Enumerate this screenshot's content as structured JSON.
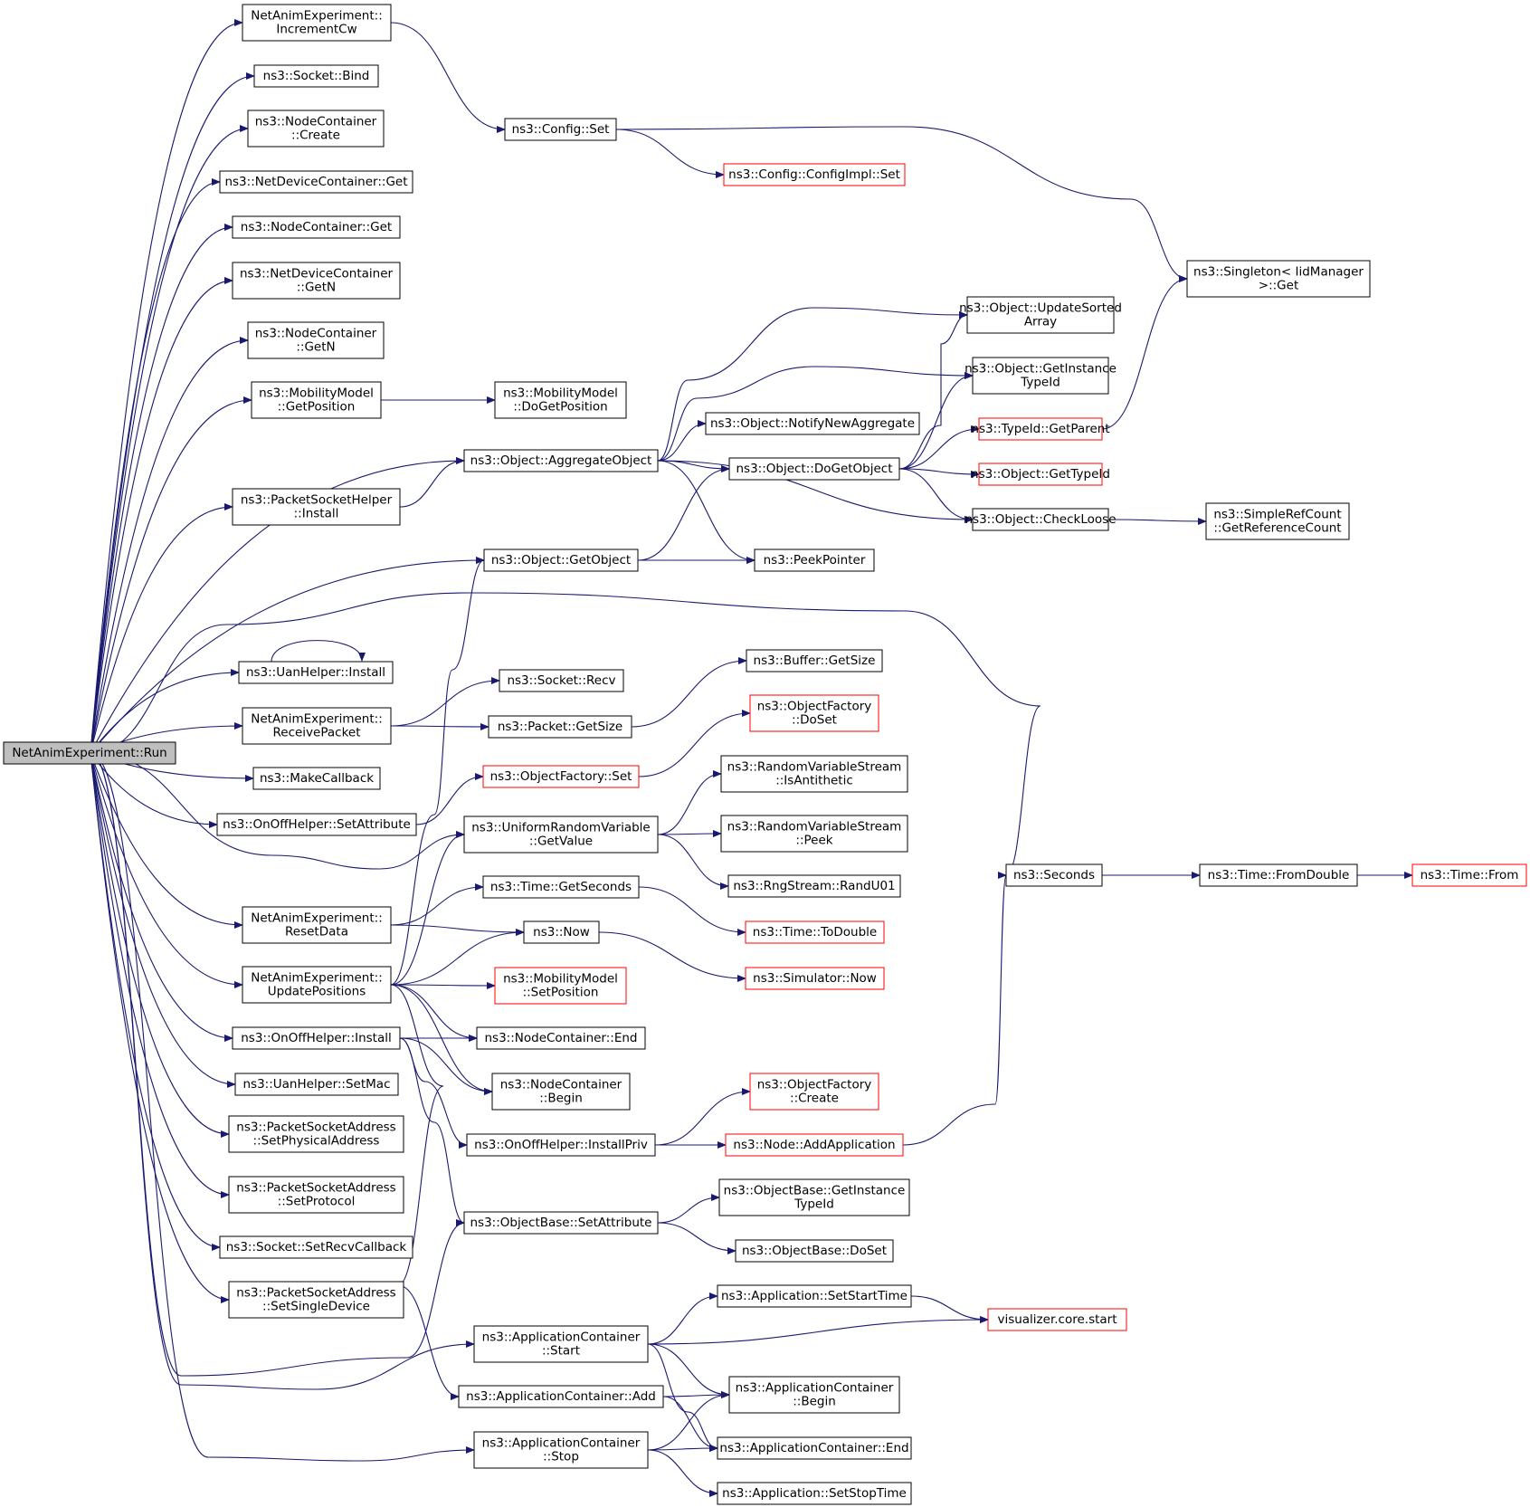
{
  "colors": {
    "edge": "#191970",
    "node_border": "#000000",
    "node_border_incomplete": "#ff0000",
    "root_fill": "#bfbfbf",
    "node_fill": "#ffffff",
    "text": "#000000"
  },
  "root": "NetAnimExperiment::Run",
  "nodes": [
    {
      "id": "run",
      "lines": [
        "NetAnimExperiment::Run"
      ],
      "root": true
    },
    {
      "id": "incCw",
      "lines": [
        "NetAnimExperiment::",
        "IncrementCw"
      ]
    },
    {
      "id": "sockBind",
      "lines": [
        "ns3::Socket::Bind"
      ]
    },
    {
      "id": "ncCreate",
      "lines": [
        "ns3::NodeContainer",
        "::Create"
      ]
    },
    {
      "id": "ndcGet",
      "lines": [
        "ns3::NetDeviceContainer::Get"
      ]
    },
    {
      "id": "ncGet",
      "lines": [
        "ns3::NodeContainer::Get"
      ]
    },
    {
      "id": "ndcGetN",
      "lines": [
        "ns3::NetDeviceContainer",
        "::GetN"
      ]
    },
    {
      "id": "ncGetN",
      "lines": [
        "ns3::NodeContainer",
        "::GetN"
      ]
    },
    {
      "id": "mmGetPos",
      "lines": [
        "ns3::MobilityModel",
        "::GetPosition"
      ]
    },
    {
      "id": "pshInstall",
      "lines": [
        "ns3::PacketSocketHelper",
        "::Install"
      ]
    },
    {
      "id": "uanInstall",
      "lines": [
        "ns3::UanHelper::Install"
      ]
    },
    {
      "id": "recvPkt",
      "lines": [
        "NetAnimExperiment::",
        "ReceivePacket"
      ]
    },
    {
      "id": "makeCb",
      "lines": [
        "ns3::MakeCallback"
      ]
    },
    {
      "id": "onoffSetAttr",
      "lines": [
        "ns3::OnOffHelper::SetAttribute"
      ]
    },
    {
      "id": "resetData",
      "lines": [
        "NetAnimExperiment::",
        "ResetData"
      ]
    },
    {
      "id": "updatePos",
      "lines": [
        "NetAnimExperiment::",
        "UpdatePositions"
      ]
    },
    {
      "id": "onoffInstall",
      "lines": [
        "ns3::OnOffHelper::Install"
      ]
    },
    {
      "id": "uanSetMac",
      "lines": [
        "ns3::UanHelper::SetMac"
      ]
    },
    {
      "id": "psaSetPhys",
      "lines": [
        "ns3::PacketSocketAddress",
        "::SetPhysicalAddress"
      ]
    },
    {
      "id": "psaSetProto",
      "lines": [
        "ns3::PacketSocketAddress",
        "::SetProtocol"
      ]
    },
    {
      "id": "sockSetRecvCb",
      "lines": [
        "ns3::Socket::SetRecvCallback"
      ]
    },
    {
      "id": "psaSetSingle",
      "lines": [
        "ns3::PacketSocketAddress",
        "::SetSingleDevice"
      ]
    },
    {
      "id": "cfgSet",
      "lines": [
        "ns3::Config::Set"
      ]
    },
    {
      "id": "cfgImplSet",
      "lines": [
        "ns3::Config::ConfigImpl::Set"
      ],
      "incomplete": true
    },
    {
      "id": "mmDoGetPos",
      "lines": [
        "ns3::MobilityModel",
        "::DoGetPosition"
      ]
    },
    {
      "id": "aggObj",
      "lines": [
        "ns3::Object::AggregateObject"
      ]
    },
    {
      "id": "getObj",
      "lines": [
        "ns3::Object::GetObject"
      ]
    },
    {
      "id": "sockRecv",
      "lines": [
        "ns3::Socket::Recv"
      ]
    },
    {
      "id": "pktGetSize",
      "lines": [
        "ns3::Packet::GetSize"
      ]
    },
    {
      "id": "ofSet",
      "lines": [
        "ns3::ObjectFactory::Set"
      ],
      "incomplete": true
    },
    {
      "id": "urvGetValue",
      "lines": [
        "ns3::UniformRandomVariable",
        "::GetValue"
      ]
    },
    {
      "id": "timeGetSec",
      "lines": [
        "ns3::Time::GetSeconds"
      ]
    },
    {
      "id": "now",
      "lines": [
        "ns3::Now"
      ]
    },
    {
      "id": "mmSetPos",
      "lines": [
        "ns3::MobilityModel",
        "::SetPosition"
      ],
      "incomplete": true
    },
    {
      "id": "ncEnd",
      "lines": [
        "ns3::NodeContainer::End"
      ]
    },
    {
      "id": "ncBegin",
      "lines": [
        "ns3::NodeContainer",
        "::Begin"
      ]
    },
    {
      "id": "onoffInstallPriv",
      "lines": [
        "ns3::OnOffHelper::InstallPriv"
      ]
    },
    {
      "id": "obSetAttr",
      "lines": [
        "ns3::ObjectBase::SetAttribute"
      ]
    },
    {
      "id": "acStart",
      "lines": [
        "ns3::ApplicationContainer",
        "::Start"
      ]
    },
    {
      "id": "acAdd",
      "lines": [
        "ns3::ApplicationContainer::Add"
      ]
    },
    {
      "id": "acStop",
      "lines": [
        "ns3::ApplicationContainer",
        "::Stop"
      ]
    },
    {
      "id": "notifyNewAgg",
      "lines": [
        "ns3::Object::NotifyNewAggregate"
      ]
    },
    {
      "id": "doGetObj",
      "lines": [
        "ns3::Object::DoGetObject"
      ]
    },
    {
      "id": "peekPtr",
      "lines": [
        "ns3::PeekPointer"
      ]
    },
    {
      "id": "bufGetSize",
      "lines": [
        "ns3::Buffer::GetSize"
      ]
    },
    {
      "id": "ofDoSet",
      "lines": [
        "ns3::ObjectFactory",
        "::DoSet"
      ],
      "incomplete": true
    },
    {
      "id": "rvsIsAnti",
      "lines": [
        "ns3::RandomVariableStream",
        "::IsAntithetic"
      ]
    },
    {
      "id": "rvsPeek",
      "lines": [
        "ns3::RandomVariableStream",
        "::Peek"
      ]
    },
    {
      "id": "rngRandU01",
      "lines": [
        "ns3::RngStream::RandU01"
      ]
    },
    {
      "id": "timeToDouble",
      "lines": [
        "ns3::Time::ToDouble"
      ],
      "incomplete": true
    },
    {
      "id": "simNow",
      "lines": [
        "ns3::Simulator::Now"
      ],
      "incomplete": true
    },
    {
      "id": "ofCreate",
      "lines": [
        "ns3::ObjectFactory",
        "::Create"
      ],
      "incomplete": true
    },
    {
      "id": "nodeAddApp",
      "lines": [
        "ns3::Node::AddApplication"
      ],
      "incomplete": true
    },
    {
      "id": "obGetInstTid",
      "lines": [
        "ns3::ObjectBase::GetInstance",
        "TypeId"
      ]
    },
    {
      "id": "obDoSet",
      "lines": [
        "ns3::ObjectBase::DoSet"
      ]
    },
    {
      "id": "appSetStart",
      "lines": [
        "ns3::Application::SetStartTime"
      ]
    },
    {
      "id": "vizStart",
      "lines": [
        "visualizer.core.start"
      ],
      "incomplete": true
    },
    {
      "id": "acBegin",
      "lines": [
        "ns3::ApplicationContainer",
        "::Begin"
      ]
    },
    {
      "id": "acEnd",
      "lines": [
        "ns3::ApplicationContainer::End"
      ]
    },
    {
      "id": "appSetStop",
      "lines": [
        "ns3::Application::SetStopTime"
      ]
    },
    {
      "id": "objUpdSorted",
      "lines": [
        "ns3::Object::UpdateSorted",
        "Array"
      ]
    },
    {
      "id": "objGetInstTid",
      "lines": [
        "ns3::Object::GetInstance",
        "TypeId"
      ]
    },
    {
      "id": "tidGetParent",
      "lines": [
        "ns3::TypeId::GetParent"
      ],
      "incomplete": true
    },
    {
      "id": "objGetTid",
      "lines": [
        "ns3::Object::GetTypeId"
      ],
      "incomplete": true
    },
    {
      "id": "objCheckLoose",
      "lines": [
        "ns3::Object::CheckLoose"
      ]
    },
    {
      "id": "seconds",
      "lines": [
        "ns3::Seconds"
      ]
    },
    {
      "id": "singletonGet",
      "lines": [
        "ns3::Singleton< IidManager",
        " >::Get"
      ]
    },
    {
      "id": "srcGetRefCount",
      "lines": [
        "ns3::SimpleRefCount",
        "::GetReferenceCount"
      ]
    },
    {
      "id": "timeFromDouble",
      "lines": [
        "ns3::Time::FromDouble"
      ]
    },
    {
      "id": "timeFrom",
      "lines": [
        "ns3::Time::From"
      ],
      "incomplete": true
    }
  ],
  "edges": [
    [
      "run",
      "incCw"
    ],
    [
      "run",
      "sockBind"
    ],
    [
      "run",
      "ncCreate"
    ],
    [
      "run",
      "ndcGet"
    ],
    [
      "run",
      "ncGet"
    ],
    [
      "run",
      "ndcGetN"
    ],
    [
      "run",
      "ncGetN"
    ],
    [
      "run",
      "mmGetPos"
    ],
    [
      "run",
      "aggObj"
    ],
    [
      "run",
      "pshInstall"
    ],
    [
      "run",
      "getObj"
    ],
    [
      "run",
      "seconds"
    ],
    [
      "run",
      "uanInstall"
    ],
    [
      "run",
      "recvPkt"
    ],
    [
      "run",
      "makeCb"
    ],
    [
      "run",
      "onoffSetAttr"
    ],
    [
      "run",
      "urvGetValue"
    ],
    [
      "run",
      "resetData"
    ],
    [
      "run",
      "updatePos"
    ],
    [
      "run",
      "onoffInstall"
    ],
    [
      "run",
      "uanSetMac"
    ],
    [
      "run",
      "psaSetPhys"
    ],
    [
      "run",
      "psaSetProto"
    ],
    [
      "run",
      "sockSetRecvCb"
    ],
    [
      "run",
      "psaSetSingle"
    ],
    [
      "run",
      "obSetAttr"
    ],
    [
      "run",
      "acStart"
    ],
    [
      "run",
      "acStop"
    ],
    [
      "incCw",
      "cfgSet"
    ],
    [
      "cfgSet",
      "cfgImplSet"
    ],
    [
      "cfgSet",
      "singletonGet"
    ],
    [
      "mmGetPos",
      "mmDoGetPos"
    ],
    [
      "pshInstall",
      "aggObj"
    ],
    [
      "uanInstall",
      "uanInstall"
    ],
    [
      "recvPkt",
      "sockRecv"
    ],
    [
      "recvPkt",
      "pktGetSize"
    ],
    [
      "pktGetSize",
      "bufGetSize"
    ],
    [
      "onoffSetAttr",
      "ofSet"
    ],
    [
      "ofSet",
      "ofDoSet"
    ],
    [
      "urvGetValue",
      "rvsIsAnti"
    ],
    [
      "urvGetValue",
      "rvsPeek"
    ],
    [
      "urvGetValue",
      "rngRandU01"
    ],
    [
      "resetData",
      "timeGetSec"
    ],
    [
      "resetData",
      "now"
    ],
    [
      "timeGetSec",
      "timeToDouble"
    ],
    [
      "now",
      "simNow"
    ],
    [
      "updatePos",
      "getObj"
    ],
    [
      "updatePos",
      "urvGetValue"
    ],
    [
      "updatePos",
      "now"
    ],
    [
      "updatePos",
      "mmSetPos"
    ],
    [
      "updatePos",
      "ncEnd"
    ],
    [
      "updatePos",
      "ncBegin"
    ],
    [
      "updatePos",
      "acAdd"
    ],
    [
      "onoffInstall",
      "ncEnd"
    ],
    [
      "onoffInstall",
      "ncBegin"
    ],
    [
      "onoffInstall",
      "onoffInstallPriv"
    ],
    [
      "onoffInstall",
      "obSetAttr"
    ],
    [
      "onoffInstallPriv",
      "ofCreate"
    ],
    [
      "onoffInstallPriv",
      "nodeAddApp"
    ],
    [
      "nodeAddApp",
      "seconds"
    ],
    [
      "obSetAttr",
      "obGetInstTid"
    ],
    [
      "obSetAttr",
      "obDoSet"
    ],
    [
      "acStart",
      "appSetStart"
    ],
    [
      "acStart",
      "vizStart"
    ],
    [
      "acStart",
      "acBegin"
    ],
    [
      "acStart",
      "acEnd"
    ],
    [
      "appSetStart",
      "vizStart"
    ],
    [
      "acAdd",
      "acBegin"
    ],
    [
      "acAdd",
      "acEnd"
    ],
    [
      "acStop",
      "acBegin"
    ],
    [
      "acStop",
      "acEnd"
    ],
    [
      "acStop",
      "appSetStop"
    ],
    [
      "aggObj",
      "objUpdSorted"
    ],
    [
      "aggObj",
      "objGetInstTid"
    ],
    [
      "aggObj",
      "notifyNewAgg"
    ],
    [
      "aggObj",
      "doGetObj"
    ],
    [
      "aggObj",
      "objCheckLoose"
    ],
    [
      "aggObj",
      "peekPtr"
    ],
    [
      "getObj",
      "doGetObj"
    ],
    [
      "getObj",
      "peekPtr"
    ],
    [
      "doGetObj",
      "objUpdSorted"
    ],
    [
      "doGetObj",
      "objGetInstTid"
    ],
    [
      "doGetObj",
      "tidGetParent"
    ],
    [
      "doGetObj",
      "objGetTid"
    ],
    [
      "doGetObj",
      "objCheckLoose"
    ],
    [
      "tidGetParent",
      "singletonGet"
    ],
    [
      "objCheckLoose",
      "srcGetRefCount"
    ],
    [
      "seconds",
      "timeFromDouble"
    ],
    [
      "timeFromDouble",
      "timeFrom"
    ]
  ]
}
